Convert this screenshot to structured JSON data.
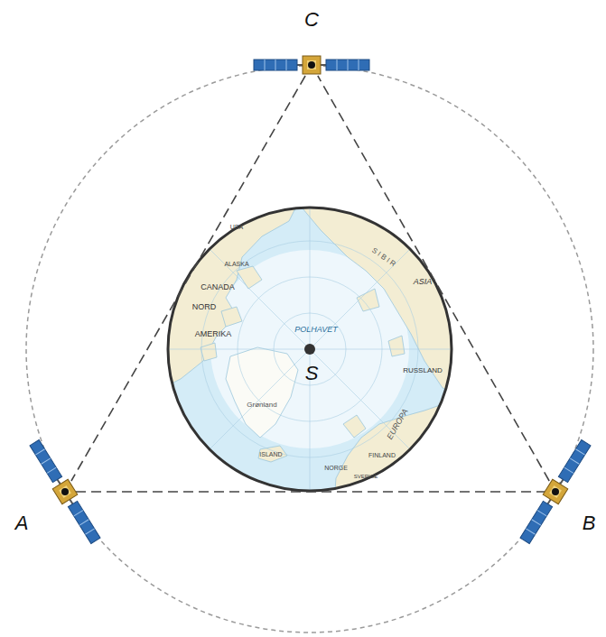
{
  "diagram": {
    "nodes": [
      {
        "text": [
          "C"
        ]
      },
      {
        "text": [
          "A"
        ]
      },
      {
        "text": [
          "B"
        ]
      }
    ],
    "edges": [
      {
        "from": 1,
        "to": 2,
        "arrow": "none"
      },
      {
        "from": 2,
        "to": 0,
        "arrow": "none"
      },
      {
        "from": 0,
        "to": 1,
        "arrow": "none"
      }
    ],
    "labels": [
      "S",
      "USA",
      "ALASKA",
      "CANADA",
      "NORD",
      "AMERIKA",
      "POLHAVET",
      "S I B I R",
      "ASIA",
      "RUSSLAND",
      "Grønland",
      "ISLAND",
      "NORGE",
      "SVERIGE",
      "FINLAND",
      "EUROPA"
    ]
  }
}
